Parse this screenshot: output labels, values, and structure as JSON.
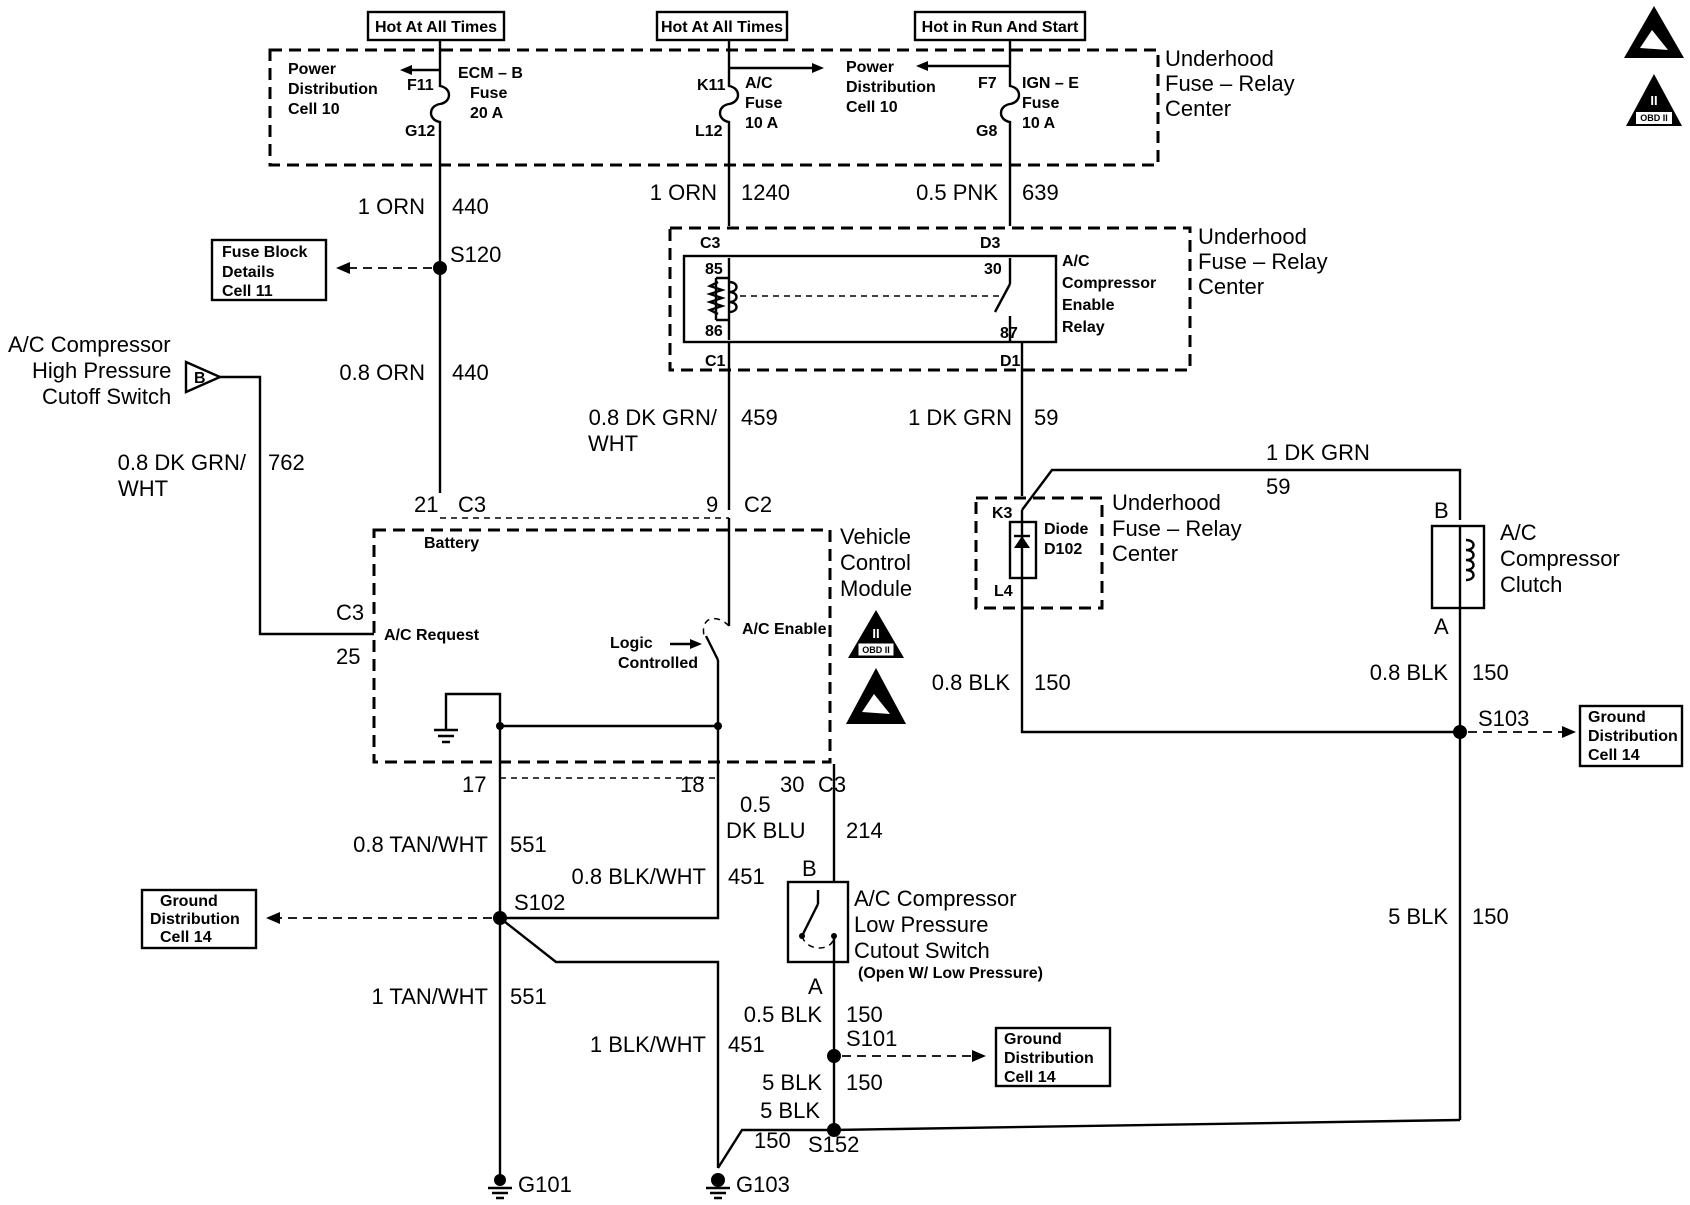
{
  "power_sources": {
    "hot_all_times_1": "Hot At All Times",
    "hot_all_times_2": "Hot At All Times",
    "hot_run_start": "Hot in Run And Start"
  },
  "fuse_center_top": {
    "title_line1": "Underhood",
    "title_line2": "Fuse – Relay",
    "title_line3": "Center",
    "pdc_left": [
      "Power",
      "Distribution",
      "Cell 10"
    ],
    "pdc_right": [
      "Power",
      "Distribution",
      "Cell 10"
    ],
    "fuse_ecm": {
      "in": "F11",
      "out": "G12",
      "lines": [
        "ECM – B",
        "Fuse",
        "20 A"
      ]
    },
    "fuse_ac": {
      "in": "K11",
      "out": "L12",
      "lines": [
        "A/C",
        "Fuse",
        "10 A"
      ]
    },
    "fuse_ign": {
      "in": "F7",
      "out": "G8",
      "lines": [
        "IGN – E",
        "Fuse",
        "10 A"
      ]
    }
  },
  "wires": {
    "w440a": {
      "gauge": "1 ORN",
      "circuit": "440"
    },
    "w1240": {
      "gauge": "1 ORN",
      "circuit": "1240"
    },
    "w639": {
      "gauge": "0.5 PNK",
      "circuit": "639"
    },
    "w440b": {
      "gauge": "0.8 ORN",
      "circuit": "440"
    },
    "w459": {
      "gauge1": "0.8 DK GRN/",
      "gauge2": "WHT",
      "circuit": "459"
    },
    "w59a": {
      "gauge": "1 DK GRN",
      "circuit": "59"
    },
    "w59b": {
      "gauge": "1 DK GRN",
      "circuit": "59"
    },
    "w762": {
      "gauge1": "0.8 DK GRN/",
      "gauge2": "WHT",
      "circuit": "762"
    },
    "w150a": {
      "gauge": "0.8 BLK",
      "circuit": "150"
    },
    "w150b": {
      "gauge": "0.8 BLK",
      "circuit": "150"
    },
    "w150c": {
      "gauge": "5 BLK",
      "circuit": "150"
    },
    "w551a": {
      "gauge": "0.8 TAN/WHT",
      "circuit": "551"
    },
    "w451a": {
      "gauge": "0.8 BLK/WHT",
      "circuit": "451"
    },
    "w214": {
      "gauge1": "0.5",
      "gauge2": "DK BLU",
      "circuit": "214"
    },
    "w551b": {
      "gauge": "1 TAN/WHT",
      "circuit": "551"
    },
    "w451b": {
      "gauge": "1 BLK/WHT",
      "circuit": "451"
    },
    "w150d": {
      "gauge": "0.5 BLK",
      "circuit": "150"
    },
    "w150e": {
      "gauge": "5 BLK",
      "circuit": "150"
    },
    "w150f": {
      "gauge": "5 BLK",
      "circuit": "150"
    }
  },
  "splices": {
    "s120": "S120",
    "s102": "S102",
    "s101": "S101",
    "s103": "S103",
    "s152": "S152"
  },
  "grounds": {
    "g101": "G101",
    "g103": "G103"
  },
  "refs": {
    "fuse_block": [
      "Fuse Block",
      "Details",
      "Cell 11"
    ],
    "ground_left": [
      "Ground",
      "Distribution",
      "Cell 14"
    ],
    "ground_mid": [
      "Ground",
      "Distribution",
      "Cell 14"
    ],
    "ground_right": [
      "Ground",
      "Distribution",
      "Cell 14"
    ]
  },
  "relay": {
    "title": [
      "Underhood",
      "Fuse – Relay",
      "Center"
    ],
    "name": [
      "A/C",
      "Compressor",
      "Enable",
      "Relay"
    ],
    "pins": {
      "c3": "C3",
      "d3": "D3",
      "c1": "C1",
      "d1": "D1",
      "p85": "85",
      "p86": "86",
      "p30": "30",
      "p87": "87"
    }
  },
  "diode": {
    "title": [
      "Underhood",
      "Fuse – Relay",
      "Center"
    ],
    "name": [
      "Diode",
      "D102"
    ],
    "pins": {
      "k3": "K3",
      "l4": "L4"
    }
  },
  "hp_switch": {
    "name": [
      "A/C Compressor",
      "High Pressure",
      "Cutoff Switch"
    ],
    "pin": "B"
  },
  "vcm": {
    "name": [
      "Vehicle",
      "Control",
      "Module"
    ],
    "battery": "Battery",
    "ac_request": "A/C Request",
    "ac_enable": "A/C Enable",
    "logic": [
      "Logic",
      "Controlled"
    ],
    "pins": {
      "p21": "21",
      "c3a": "C3",
      "p9": "9",
      "c2": "C2",
      "c3b": "C3",
      "p25": "25",
      "p17": "17",
      "p18": "18",
      "p30": "30",
      "c3c": "C3"
    }
  },
  "lp_switch": {
    "name": [
      "A/C Compressor",
      "Low Pressure",
      "Cutout Switch"
    ],
    "note": "(Open W/ Low Pressure)",
    "pin_b": "B",
    "pin_a": "A"
  },
  "clutch": {
    "name": [
      "A/C",
      "Compressor",
      "Clutch"
    ],
    "pin_b": "B",
    "pin_a": "A"
  },
  "symbols": {
    "obd_text": "OBD II",
    "obd_numeral": "II"
  }
}
